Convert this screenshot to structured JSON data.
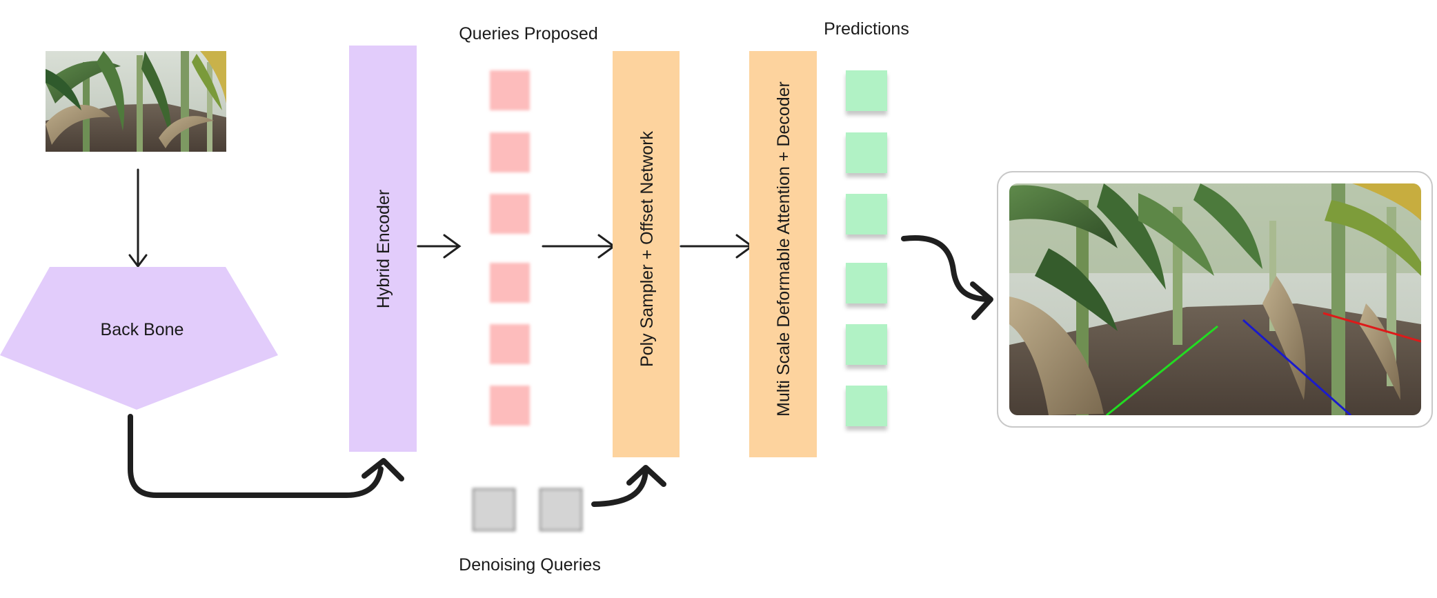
{
  "labels": {
    "backbone": "Back Bone",
    "hybrid_encoder": "Hybrid Encoder",
    "queries_proposed": "Queries Proposed",
    "poly_sampler": "Poly Sampler + Offset Network",
    "decoder": "Multi Scale Deformable Attention + Decoder",
    "predictions": "Predictions",
    "denoising_queries": "Denoising Queries"
  },
  "colors": {
    "purple": "#e2ccfb",
    "orange": "#fdd39e",
    "query_pink": "#fdbcbc",
    "prediction_green": "#b1f2c5",
    "denoise_gray": "#d4d4d4",
    "arrow": "#1f1f1f",
    "line_green": "#22dd22",
    "line_blue": "#1a1acc",
    "line_red": "#dd1a1a"
  },
  "counts": {
    "queries_proposed": 6,
    "predictions": 6,
    "denoising_queries": 2
  }
}
